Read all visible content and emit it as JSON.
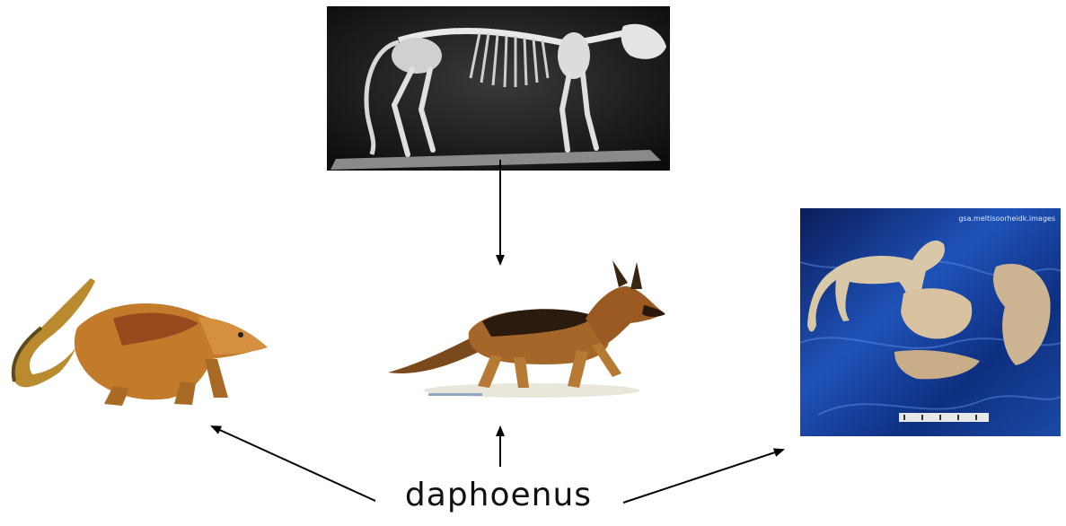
{
  "diagram": {
    "center_label": "daphoenus",
    "nodes": [
      {
        "id": "skeleton-photo",
        "description_icon": "skeleton-photo-icon"
      },
      {
        "id": "dog-illustration",
        "description_icon": "dog-icon"
      },
      {
        "id": "mongoose-illustration",
        "description_icon": "mongoose-icon"
      },
      {
        "id": "fossil-photo",
        "description_icon": "fossil-icon"
      }
    ],
    "fossil_watermark": "gsa.meltisoorheidk.images"
  },
  "colors": {
    "arrow": "#000000",
    "skeleton_bg": "#1a1a1a",
    "fossil_bg": "#10307a",
    "dog_fur": "#9a5a22",
    "mongoose_fur": "#c07a2a"
  }
}
